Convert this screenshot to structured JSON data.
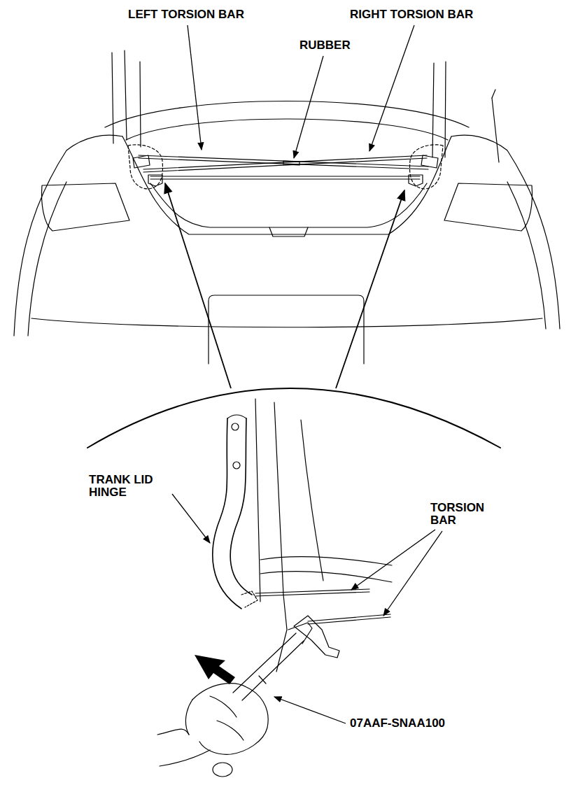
{
  "diagram": {
    "labels": [
      "LEFT TORSION BAR",
      "RUBBER",
      "RIGHT TORSION BAR",
      "TRANK LID HINGE",
      "TORSION BAR",
      "07AAF-SNAA100"
    ]
  }
}
